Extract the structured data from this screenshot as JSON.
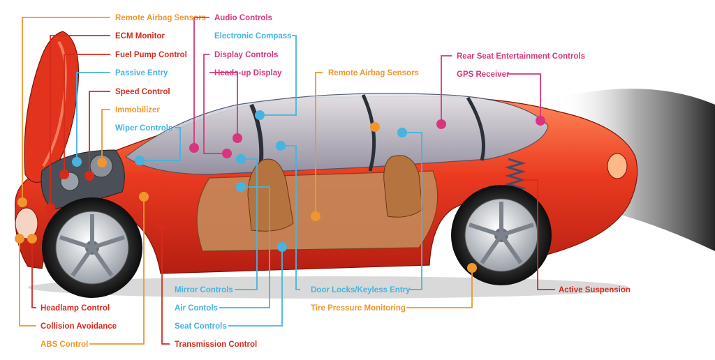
{
  "colors": {
    "orange": "#f0962d",
    "red": "#d62a1d",
    "blue": "#45b4e0",
    "pink": "#d8357e",
    "car_body": "#e8351f",
    "glass": "#b9c3d3",
    "interior": "#c98a4e"
  },
  "labels": [
    {
      "id": "remote-airbag-sensors-front",
      "text": "Remote Airbag Sensors",
      "color": "orange"
    },
    {
      "id": "ecm-monitor",
      "text": "ECM Monitor",
      "color": "red"
    },
    {
      "id": "fuel-pump-control",
      "text": "Fuel Pump Control",
      "color": "red"
    },
    {
      "id": "passive-entry",
      "text": "Passive Entry",
      "color": "blue"
    },
    {
      "id": "speed-control",
      "text": "Speed Control",
      "color": "red"
    },
    {
      "id": "immobilizer",
      "text": "Immobilizer",
      "color": "orange"
    },
    {
      "id": "wiper-controls",
      "text": "Wiper Controls",
      "color": "blue"
    },
    {
      "id": "audio-controls",
      "text": "Audio Controls",
      "color": "pink"
    },
    {
      "id": "electronic-compass",
      "text": "Electronic Compass",
      "color": "blue"
    },
    {
      "id": "display-controls",
      "text": "Display Controls",
      "color": "pink"
    },
    {
      "id": "heads-up-display",
      "text": "Heads-up Display",
      "color": "pink"
    },
    {
      "id": "remote-airbag-sensors-mid",
      "text": "Remote Airbag Sensors",
      "color": "orange"
    },
    {
      "id": "rear-seat-entertainment-controls",
      "text": "Rear Seat Entertainment Controls",
      "color": "pink"
    },
    {
      "id": "gps-receiver",
      "text": "GPS Receiver",
      "color": "pink"
    },
    {
      "id": "active-suspension",
      "text": "Active Suspension",
      "color": "red"
    },
    {
      "id": "headlamp-control",
      "text": "Headlamp Control",
      "color": "red"
    },
    {
      "id": "collision-avoidance",
      "text": "Collision Avoidance",
      "color": "red"
    },
    {
      "id": "abs-control",
      "text": "ABS Control",
      "color": "orange"
    },
    {
      "id": "mirror-controls",
      "text": "Mirror Controls",
      "color": "blue"
    },
    {
      "id": "air-contols",
      "text": "Air Contols",
      "color": "blue"
    },
    {
      "id": "seat-controls",
      "text": "Seat Controls",
      "color": "blue"
    },
    {
      "id": "transmission-control",
      "text": "Transmission Control",
      "color": "red"
    },
    {
      "id": "door-locks-keyless-entry",
      "text": "Door Locks/Keyless Entry",
      "color": "blue"
    },
    {
      "id": "tire-pressure-monitoring",
      "text": "Tire Pressure Monitoring",
      "color": "orange"
    }
  ]
}
